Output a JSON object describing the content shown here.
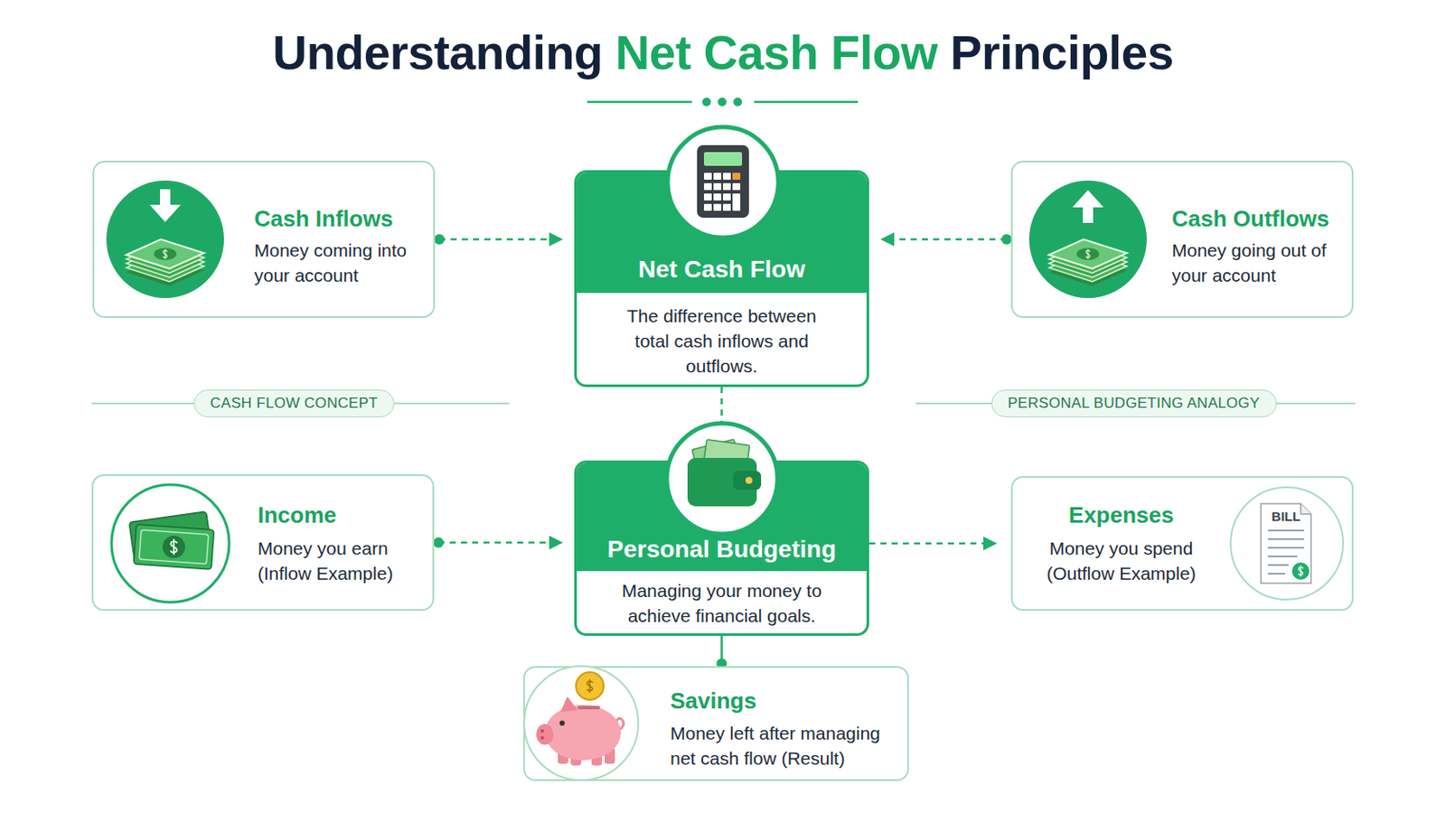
{
  "diagram": {
    "title": "Understanding Net Cash Flow Principles",
    "nodes": [
      {
        "text": [
          "Cash Inflows",
          "Money coming into your account"
        ]
      },
      {
        "text": [
          "Net Cash Flow",
          "The difference between total cash inflows and outflows."
        ]
      },
      {
        "text": [
          "Cash Outflows",
          "Money going out of your account"
        ]
      },
      {
        "text": [
          "Income",
          "Money you earn (Inflow Example)"
        ]
      },
      {
        "text": [
          "Personal Budgeting",
          "Managing your money to achieve financial goals."
        ]
      },
      {
        "text": [
          "Expenses",
          "Money you spend (Outflow Example)"
        ]
      },
      {
        "text": [
          "Savings",
          "Money left after managing net cash flow (Result)"
        ]
      }
    ],
    "edges": [
      {
        "from": 0,
        "to": 1,
        "arrow": "to"
      },
      {
        "from": 2,
        "to": 1,
        "arrow": "to"
      },
      {
        "from": 1,
        "to": 4,
        "arrow": "none"
      },
      {
        "from": 3,
        "to": 4,
        "arrow": "to"
      },
      {
        "from": 4,
        "to": 5,
        "arrow": "to"
      },
      {
        "from": 4,
        "to": 6,
        "arrow": "none"
      }
    ],
    "labels": [
      "CASH FLOW CONCEPT",
      "PERSONAL BUDGETING ANALOGY",
      "BILL"
    ]
  }
}
